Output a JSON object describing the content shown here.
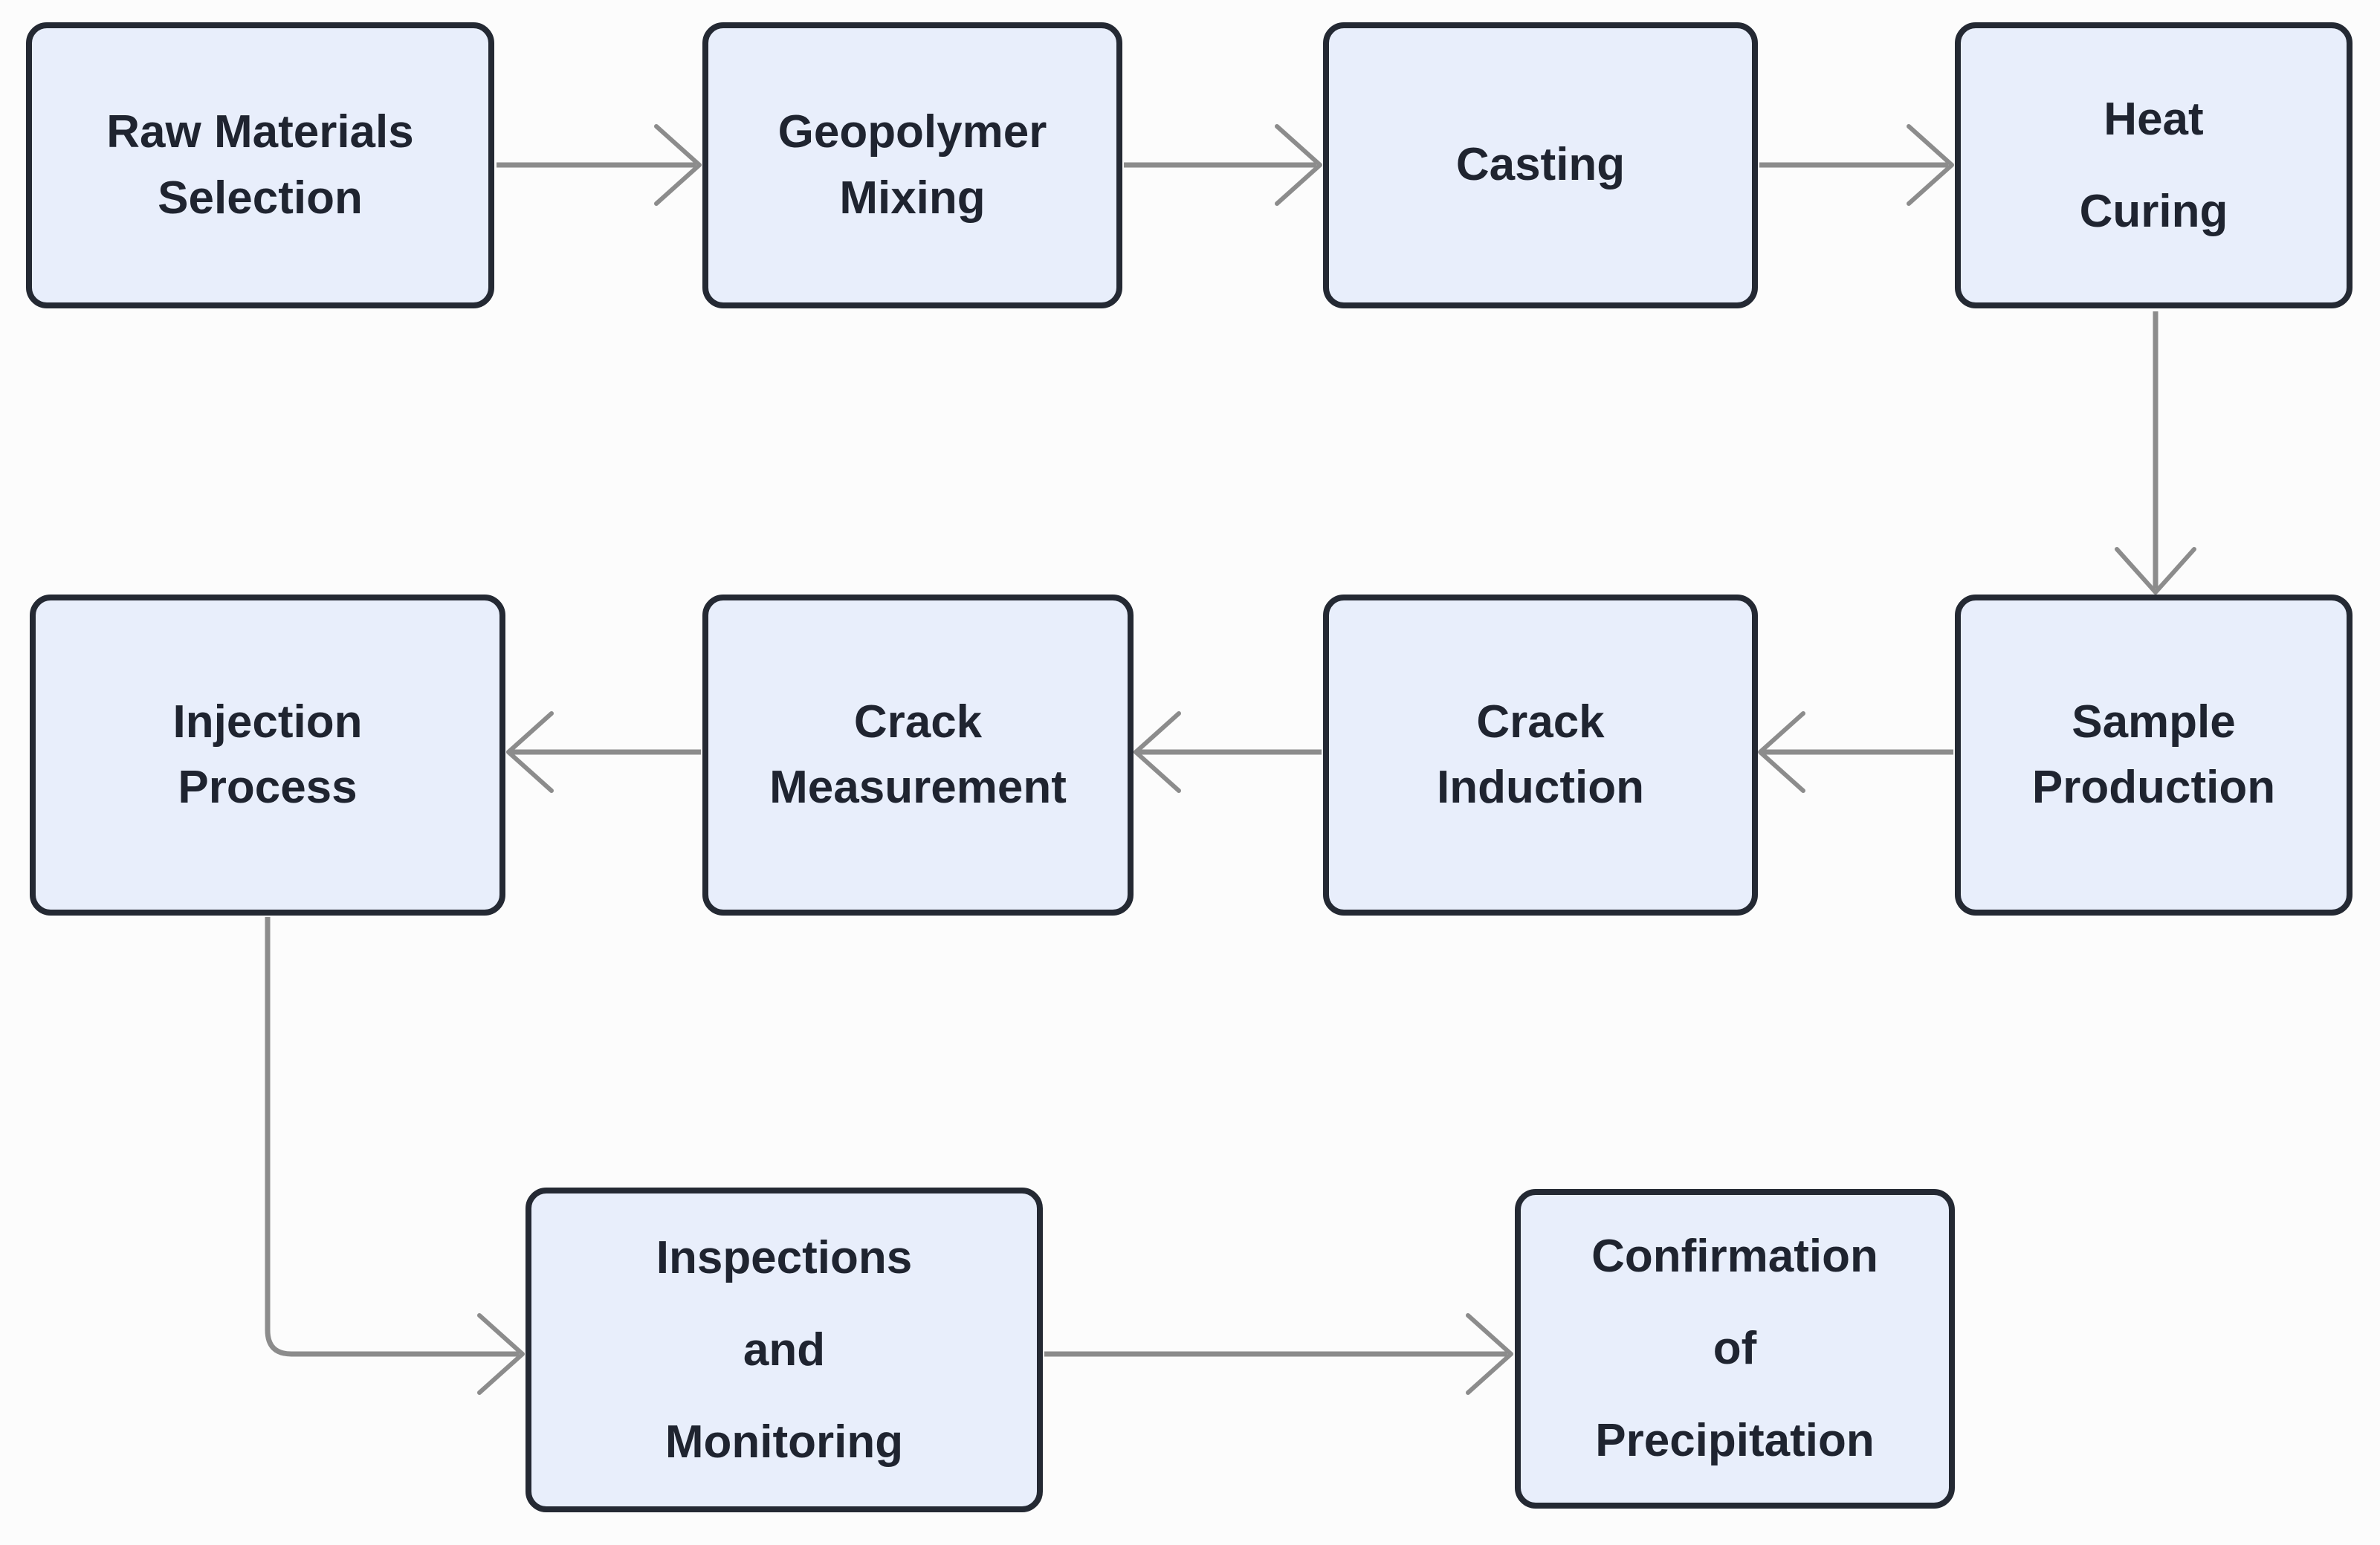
{
  "diagram": {
    "colors": {
      "background": "#fcfcfc",
      "node_fill": "#e8eefb",
      "node_border": "#242933",
      "node_text": "#1f2430",
      "arrow": "#8c8c8c"
    },
    "nodes": [
      {
        "id": "raw-materials-selection",
        "lines": [
          "Raw Materials",
          "Selection"
        ]
      },
      {
        "id": "geopolymer-mixing",
        "lines": [
          "Geopolymer",
          "Mixing"
        ]
      },
      {
        "id": "casting",
        "lines": [
          "Casting"
        ]
      },
      {
        "id": "heat-curing",
        "lines": [
          "Heat",
          "Curing"
        ]
      },
      {
        "id": "sample-production",
        "lines": [
          "Sample",
          "Production"
        ]
      },
      {
        "id": "crack-induction",
        "lines": [
          "Crack",
          "Induction"
        ]
      },
      {
        "id": "crack-measurement",
        "lines": [
          "Crack",
          "Measurement"
        ]
      },
      {
        "id": "injection-process",
        "lines": [
          "Injection",
          "Process"
        ]
      },
      {
        "id": "inspections-and-monitoring",
        "lines": [
          "Inspections",
          "and",
          "Monitoring"
        ]
      },
      {
        "id": "confirmation-of-precipitation",
        "lines": [
          "Confirmation",
          "of",
          "Precipitation"
        ]
      }
    ],
    "edges": [
      {
        "from": "raw-materials-selection",
        "to": "geopolymer-mixing"
      },
      {
        "from": "geopolymer-mixing",
        "to": "casting"
      },
      {
        "from": "casting",
        "to": "heat-curing"
      },
      {
        "from": "heat-curing",
        "to": "sample-production"
      },
      {
        "from": "sample-production",
        "to": "crack-induction"
      },
      {
        "from": "crack-induction",
        "to": "crack-measurement"
      },
      {
        "from": "crack-measurement",
        "to": "injection-process"
      },
      {
        "from": "injection-process",
        "to": "inspections-and-monitoring"
      },
      {
        "from": "inspections-and-monitoring",
        "to": "confirmation-of-precipitation"
      }
    ]
  }
}
